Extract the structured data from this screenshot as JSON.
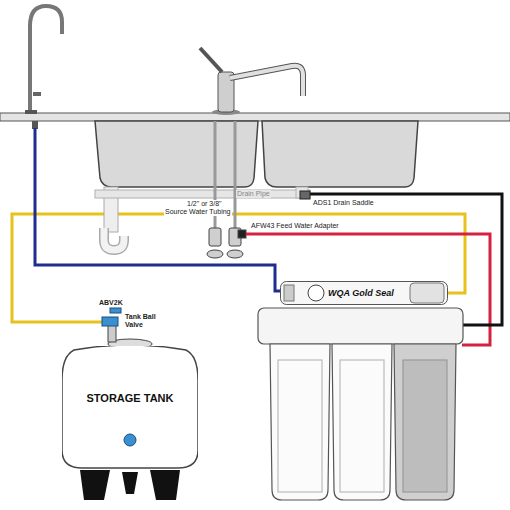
{
  "diagram": {
    "nodes": [
      {
        "text": [
          "STORAGE TANK"
        ]
      },
      {
        "text": [
          "WQA Gold Seal"
        ]
      }
    ],
    "edges": [
      {
        "from": 0,
        "to": 1,
        "arrow": "none"
      }
    ],
    "labels": [
      "1/2\" or 3/8\"",
      "Source Water Tubing",
      "Drain Pipe",
      "ADS1 Drain Saddle",
      "AFW43 Feed Water Adapter",
      "ABV2K",
      "Tank Ball Valve"
    ]
  }
}
